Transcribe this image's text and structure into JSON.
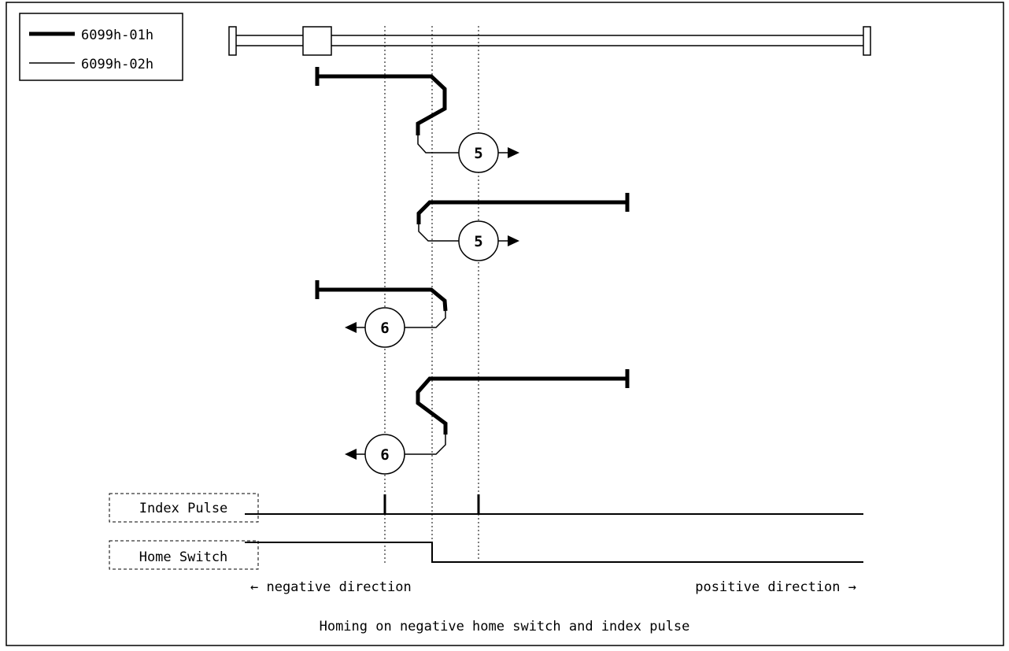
{
  "legend": {
    "items": [
      {
        "label": "6099h-01h",
        "style": "thick"
      },
      {
        "label": "6099h-02h",
        "style": "thin"
      }
    ]
  },
  "signals": {
    "index_pulse": "Index Pulse",
    "home_switch": "Home Switch"
  },
  "paths": [
    {
      "method": "5",
      "direction": "positive"
    },
    {
      "method": "5",
      "direction": "positive"
    },
    {
      "method": "6",
      "direction": "negative"
    },
    {
      "method": "6",
      "direction": "negative"
    }
  ],
  "direction_labels": {
    "negative": "← negative direction",
    "positive": "positive direction →"
  },
  "caption": "Homing on negative home switch and index pulse"
}
